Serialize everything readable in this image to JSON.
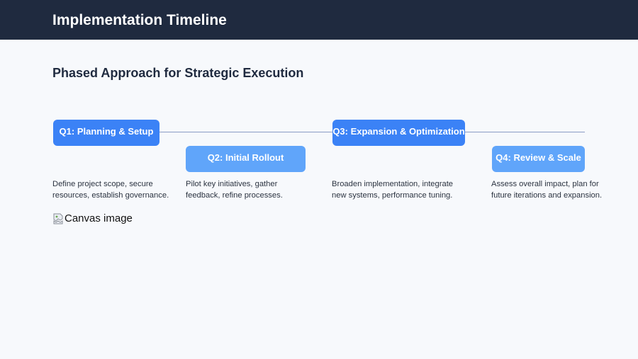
{
  "header": {
    "title": "Implementation Timeline"
  },
  "subtitle": "Phased Approach for Strategic Execution",
  "phases": [
    {
      "label": "Q1: Planning & Setup",
      "description": "Define project scope, secure resources, establish governance."
    },
    {
      "label": "Q2: Initial Rollout",
      "description": "Pilot key initiatives, gather feedback, refine processes."
    },
    {
      "label": "Q3: Expansion & Optimization",
      "description": "Broaden implementation, integrate new systems, performance tuning."
    },
    {
      "label": "Q4: Review & Scale",
      "description": "Assess overall impact, plan for future iterations and expansion."
    }
  ],
  "image": {
    "alt": "Canvas image",
    "icon": "broken-image-icon"
  },
  "colors": {
    "header": "#1f2a3f",
    "phase_dark": "#3b82f6",
    "phase_light": "#60a5fa",
    "line": "#8a9bc4",
    "background": "#f7f9fc"
  }
}
